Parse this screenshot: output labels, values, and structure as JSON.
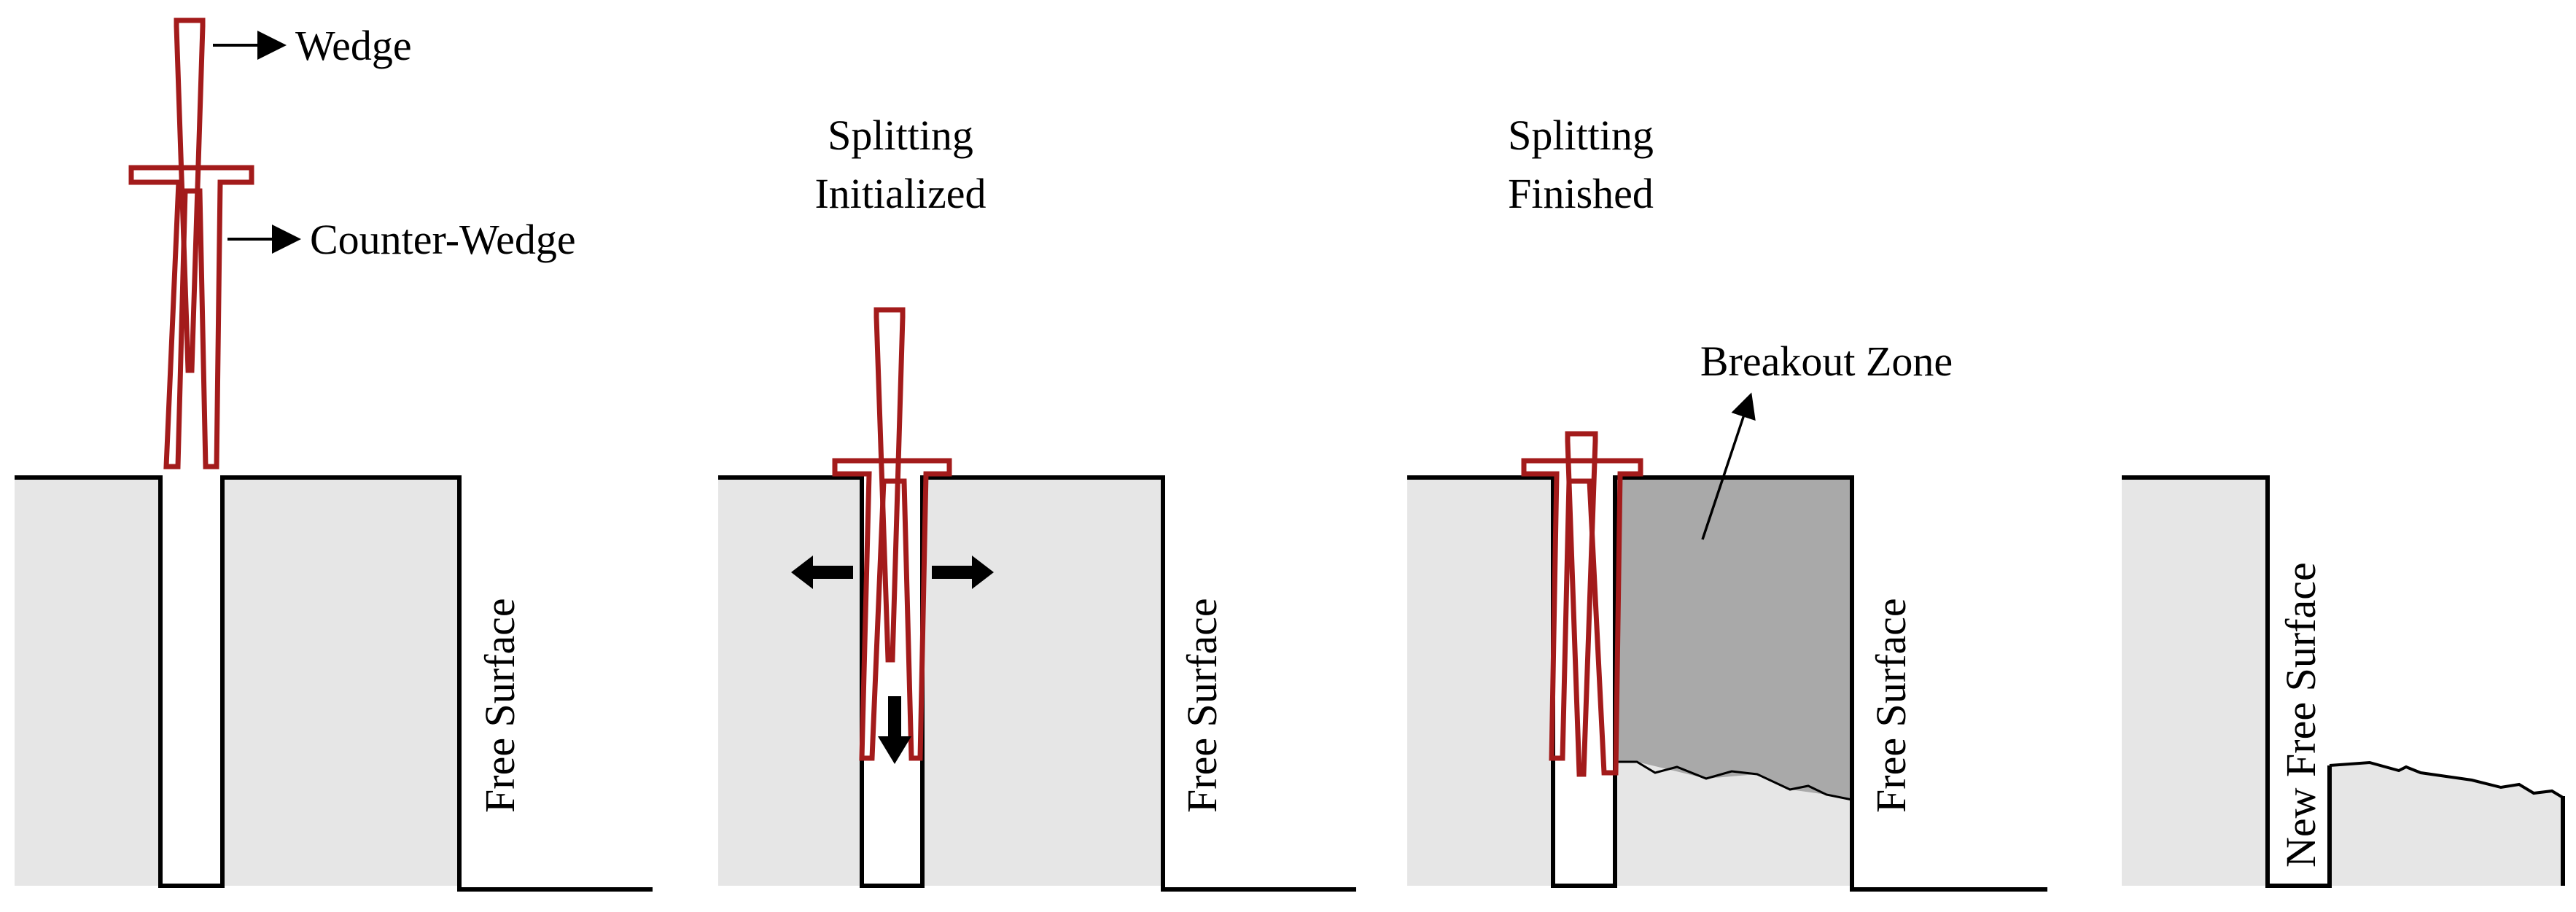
{
  "labels": {
    "wedge": "Wedge",
    "counter_wedge": "Counter-Wedge",
    "splitting_initialized_line1": "Splitting",
    "splitting_initialized_line2": "Initialized",
    "splitting_finished_line1": "Splitting",
    "splitting_finished_line2": "Finished",
    "breakout_zone": "Breakout Zone",
    "free_surface": "Free Surface",
    "new_free_surface": "New Free Surface"
  },
  "colors": {
    "rock_fill": "#e6e6e6",
    "breakout_fill": "#a9a9a9",
    "wedge_stroke": "#a31b1b",
    "outline": "#000000"
  }
}
